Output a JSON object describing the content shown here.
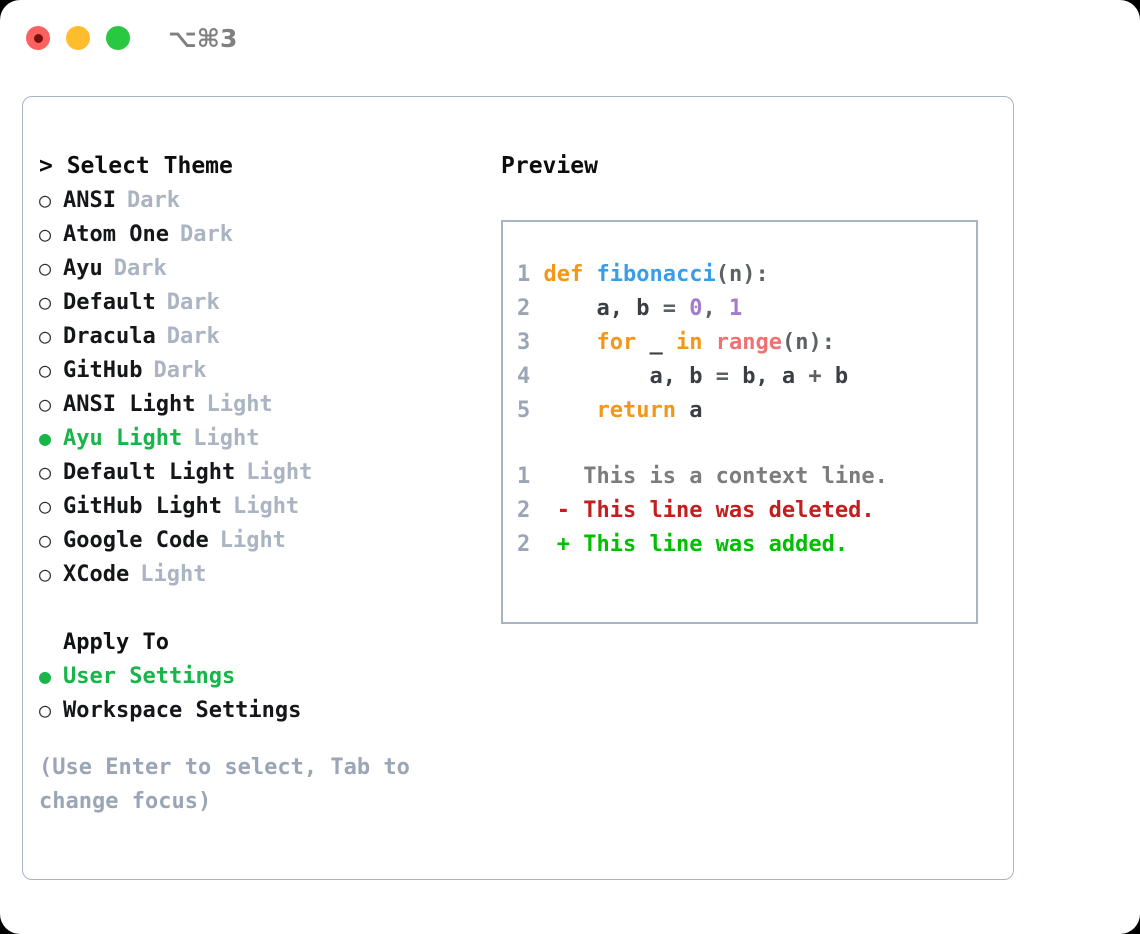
{
  "titlebar": {
    "shortcut": "⌥⌘3",
    "lights": [
      {
        "name": "close",
        "color": "#fc625d"
      },
      {
        "name": "minimize",
        "color": "#ffbd2e"
      },
      {
        "name": "maximize",
        "color": "#28c840"
      }
    ]
  },
  "theme_picker": {
    "title": "> Select Theme",
    "marker_selected": "●",
    "marker_unselected": "○",
    "items": [
      {
        "label": "ANSI",
        "badge": "Dark",
        "selected": false
      },
      {
        "label": "Atom One",
        "badge": "Dark",
        "selected": false
      },
      {
        "label": "Ayu",
        "badge": "Dark",
        "selected": false
      },
      {
        "label": "Default",
        "badge": "Dark",
        "selected": false
      },
      {
        "label": "Dracula",
        "badge": "Dark",
        "selected": false
      },
      {
        "label": "GitHub",
        "badge": "Dark",
        "selected": false
      },
      {
        "label": "ANSI Light",
        "badge": "Light",
        "selected": false
      },
      {
        "label": "Ayu Light",
        "badge": "Light",
        "selected": true
      },
      {
        "label": "Default Light",
        "badge": "Light",
        "selected": false
      },
      {
        "label": "GitHub Light",
        "badge": "Light",
        "selected": false
      },
      {
        "label": "Google Code",
        "badge": "Light",
        "selected": false
      },
      {
        "label": "XCode",
        "badge": "Light",
        "selected": false
      }
    ]
  },
  "apply_to": {
    "title": "Apply To",
    "items": [
      {
        "label": "User Settings",
        "selected": true
      },
      {
        "label": "Workspace Settings",
        "selected": false
      }
    ]
  },
  "hint": "(Use Enter to select, Tab to change focus)",
  "preview": {
    "title": "Preview",
    "code_lines": [
      {
        "n": "1",
        "tokens": [
          {
            "t": "def",
            "c": "kw"
          },
          {
            "t": " ",
            "c": "pl"
          },
          {
            "t": "fibonacci",
            "c": "fn"
          },
          {
            "t": "(n):",
            "c": "pl"
          }
        ]
      },
      {
        "n": "2",
        "tokens": [
          {
            "t": "    a, b ",
            "c": "var"
          },
          {
            "t": "= ",
            "c": "pl"
          },
          {
            "t": "0",
            "c": "num"
          },
          {
            "t": ", ",
            "c": "pl"
          },
          {
            "t": "1",
            "c": "num"
          }
        ]
      },
      {
        "n": "3",
        "tokens": [
          {
            "t": "    ",
            "c": "pl"
          },
          {
            "t": "for",
            "c": "kw"
          },
          {
            "t": " _ ",
            "c": "var"
          },
          {
            "t": "in",
            "c": "kw"
          },
          {
            "t": " ",
            "c": "pl"
          },
          {
            "t": "range",
            "c": "fnr"
          },
          {
            "t": "(n):",
            "c": "pl"
          }
        ]
      },
      {
        "n": "4",
        "tokens": [
          {
            "t": "        a, b ",
            "c": "var"
          },
          {
            "t": "= ",
            "c": "pl"
          },
          {
            "t": "b, a ",
            "c": "var"
          },
          {
            "t": "+ ",
            "c": "pl"
          },
          {
            "t": "b",
            "c": "var"
          }
        ]
      },
      {
        "n": "5",
        "tokens": [
          {
            "t": "    ",
            "c": "pl"
          },
          {
            "t": "return",
            "c": "kw"
          },
          {
            "t": " a",
            "c": "var"
          }
        ]
      }
    ],
    "diff_lines": [
      {
        "n": "1",
        "marker": " ",
        "text": "This is a context line.",
        "kind": "ctx"
      },
      {
        "n": "2",
        "marker": "-",
        "text": "This line was deleted.",
        "kind": "del"
      },
      {
        "n": "2",
        "marker": "+",
        "text": "This line was added.",
        "kind": "add"
      }
    ]
  },
  "colors": {
    "accent_green": "#17b54a",
    "muted": "#aab4c2",
    "keyword": "#f29718",
    "function": "#399ee6",
    "builtin": "#f07171",
    "number": "#a37acc",
    "diff_deleted": "#c21f1f",
    "diff_added": "#00bf00",
    "border": "#a9b3c2"
  }
}
